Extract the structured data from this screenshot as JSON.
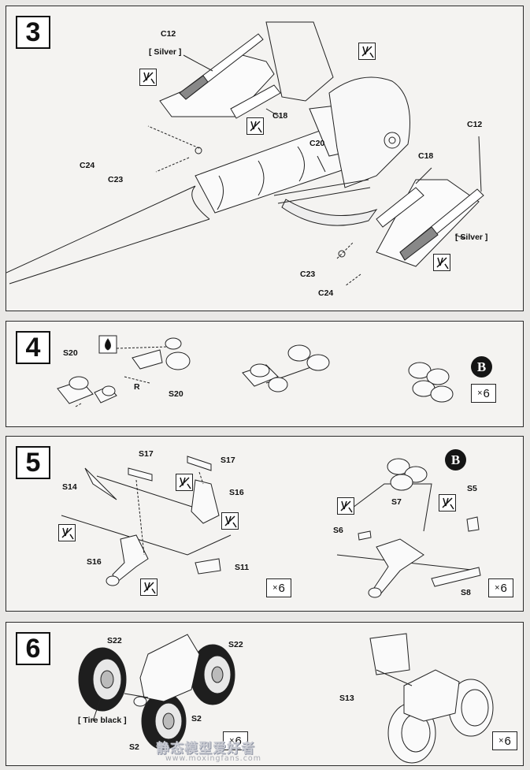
{
  "steps": [
    {
      "number": "3",
      "labels": {
        "c12_left": "C12",
        "silver_left": "[ Silver ]",
        "c18_left": "C18",
        "c24_left": "C24",
        "c23_left": "C23",
        "c20": "C20",
        "c12_right": "C12",
        "c18_right": "C18",
        "silver_right": "[ Silver ]",
        "c23_right": "C23",
        "c24_right": "C24"
      }
    },
    {
      "number": "4",
      "labels": {
        "s20_left": "S20",
        "r": "R",
        "s20_bottom": "S20",
        "badge": "B",
        "mult": "6"
      }
    },
    {
      "number": "5",
      "labels": {
        "s17_left": "S17",
        "s17_right": "S17",
        "s14": "S14",
        "s16_right": "S16",
        "s16_left": "S16",
        "s11": "S11",
        "mult_left": "6",
        "badge": "B",
        "s7": "S7",
        "s5": "S5",
        "s6": "S6",
        "s8": "S8",
        "mult_right": "6"
      }
    },
    {
      "number": "6",
      "labels": {
        "s22_left": "S22",
        "s22_right": "S22",
        "tire_black": "[ Tire black ]",
        "s2_bottom": "S2",
        "s2_lower": "S2",
        "mult_left": "6",
        "s13": "S13",
        "mult_right": "6"
      }
    }
  ],
  "multiplier_symbol": "×",
  "watermark": {
    "site_cn": "静态模型爱好者",
    "url": "www.moxingfans.com"
  },
  "icons": [
    "glue-not-needed-icon",
    "paint-drop-icon",
    "badge-b-icon"
  ]
}
